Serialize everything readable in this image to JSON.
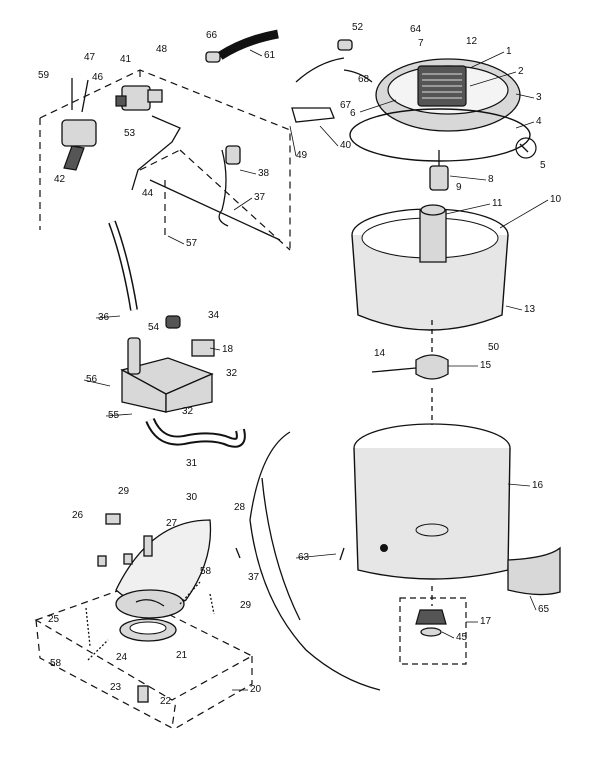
{
  "callouts": [
    {
      "id": "c1",
      "text": "1"
    },
    {
      "id": "c2",
      "text": "2"
    },
    {
      "id": "c3",
      "text": "3"
    },
    {
      "id": "c4",
      "text": "4"
    },
    {
      "id": "c5",
      "text": "5"
    },
    {
      "id": "c6",
      "text": "6"
    },
    {
      "id": "c7",
      "text": "7"
    },
    {
      "id": "c8",
      "text": "8"
    },
    {
      "id": "c9",
      "text": "9"
    },
    {
      "id": "c10",
      "text": "10"
    },
    {
      "id": "c11",
      "text": "11"
    },
    {
      "id": "c12",
      "text": "12"
    },
    {
      "id": "c13",
      "text": "13"
    },
    {
      "id": "c14",
      "text": "14"
    },
    {
      "id": "c15",
      "text": "15"
    },
    {
      "id": "c16",
      "text": "16"
    },
    {
      "id": "c17",
      "text": "17"
    },
    {
      "id": "c18",
      "text": "18"
    },
    {
      "id": "c20",
      "text": "20"
    },
    {
      "id": "c21",
      "text": "21"
    },
    {
      "id": "c22",
      "text": "22"
    },
    {
      "id": "c23",
      "text": "23"
    },
    {
      "id": "c24",
      "text": "24"
    },
    {
      "id": "c25",
      "text": "25"
    },
    {
      "id": "c26",
      "text": "26"
    },
    {
      "id": "c27",
      "text": "27"
    },
    {
      "id": "c28",
      "text": "28"
    },
    {
      "id": "c29a",
      "text": "29"
    },
    {
      "id": "c29b",
      "text": "29"
    },
    {
      "id": "c30",
      "text": "30"
    },
    {
      "id": "c31",
      "text": "31"
    },
    {
      "id": "c32a",
      "text": "32"
    },
    {
      "id": "c32b",
      "text": "32"
    },
    {
      "id": "c34",
      "text": "34"
    },
    {
      "id": "c36",
      "text": "36"
    },
    {
      "id": "c37a",
      "text": "37"
    },
    {
      "id": "c37b",
      "text": "37"
    },
    {
      "id": "c38",
      "text": "38"
    },
    {
      "id": "c40",
      "text": "40"
    },
    {
      "id": "c41",
      "text": "41"
    },
    {
      "id": "c42",
      "text": "42"
    },
    {
      "id": "c44",
      "text": "44"
    },
    {
      "id": "c45",
      "text": "45"
    },
    {
      "id": "c46",
      "text": "46"
    },
    {
      "id": "c47",
      "text": "47"
    },
    {
      "id": "c48",
      "text": "48"
    },
    {
      "id": "c49",
      "text": "49"
    },
    {
      "id": "c50",
      "text": "50"
    },
    {
      "id": "c52",
      "text": "52"
    },
    {
      "id": "c53",
      "text": "53"
    },
    {
      "id": "c54",
      "text": "54"
    },
    {
      "id": "c55",
      "text": "55"
    },
    {
      "id": "c56",
      "text": "56"
    },
    {
      "id": "c57",
      "text": "57"
    },
    {
      "id": "c58a",
      "text": "58"
    },
    {
      "id": "c58b",
      "text": "58"
    },
    {
      "id": "c59",
      "text": "59"
    },
    {
      "id": "c61",
      "text": "61"
    },
    {
      "id": "c63",
      "text": "63"
    },
    {
      "id": "c64",
      "text": "64"
    },
    {
      "id": "c65",
      "text": "65"
    },
    {
      "id": "c66",
      "text": "66"
    },
    {
      "id": "c67",
      "text": "67"
    },
    {
      "id": "c68",
      "text": "68"
    }
  ]
}
